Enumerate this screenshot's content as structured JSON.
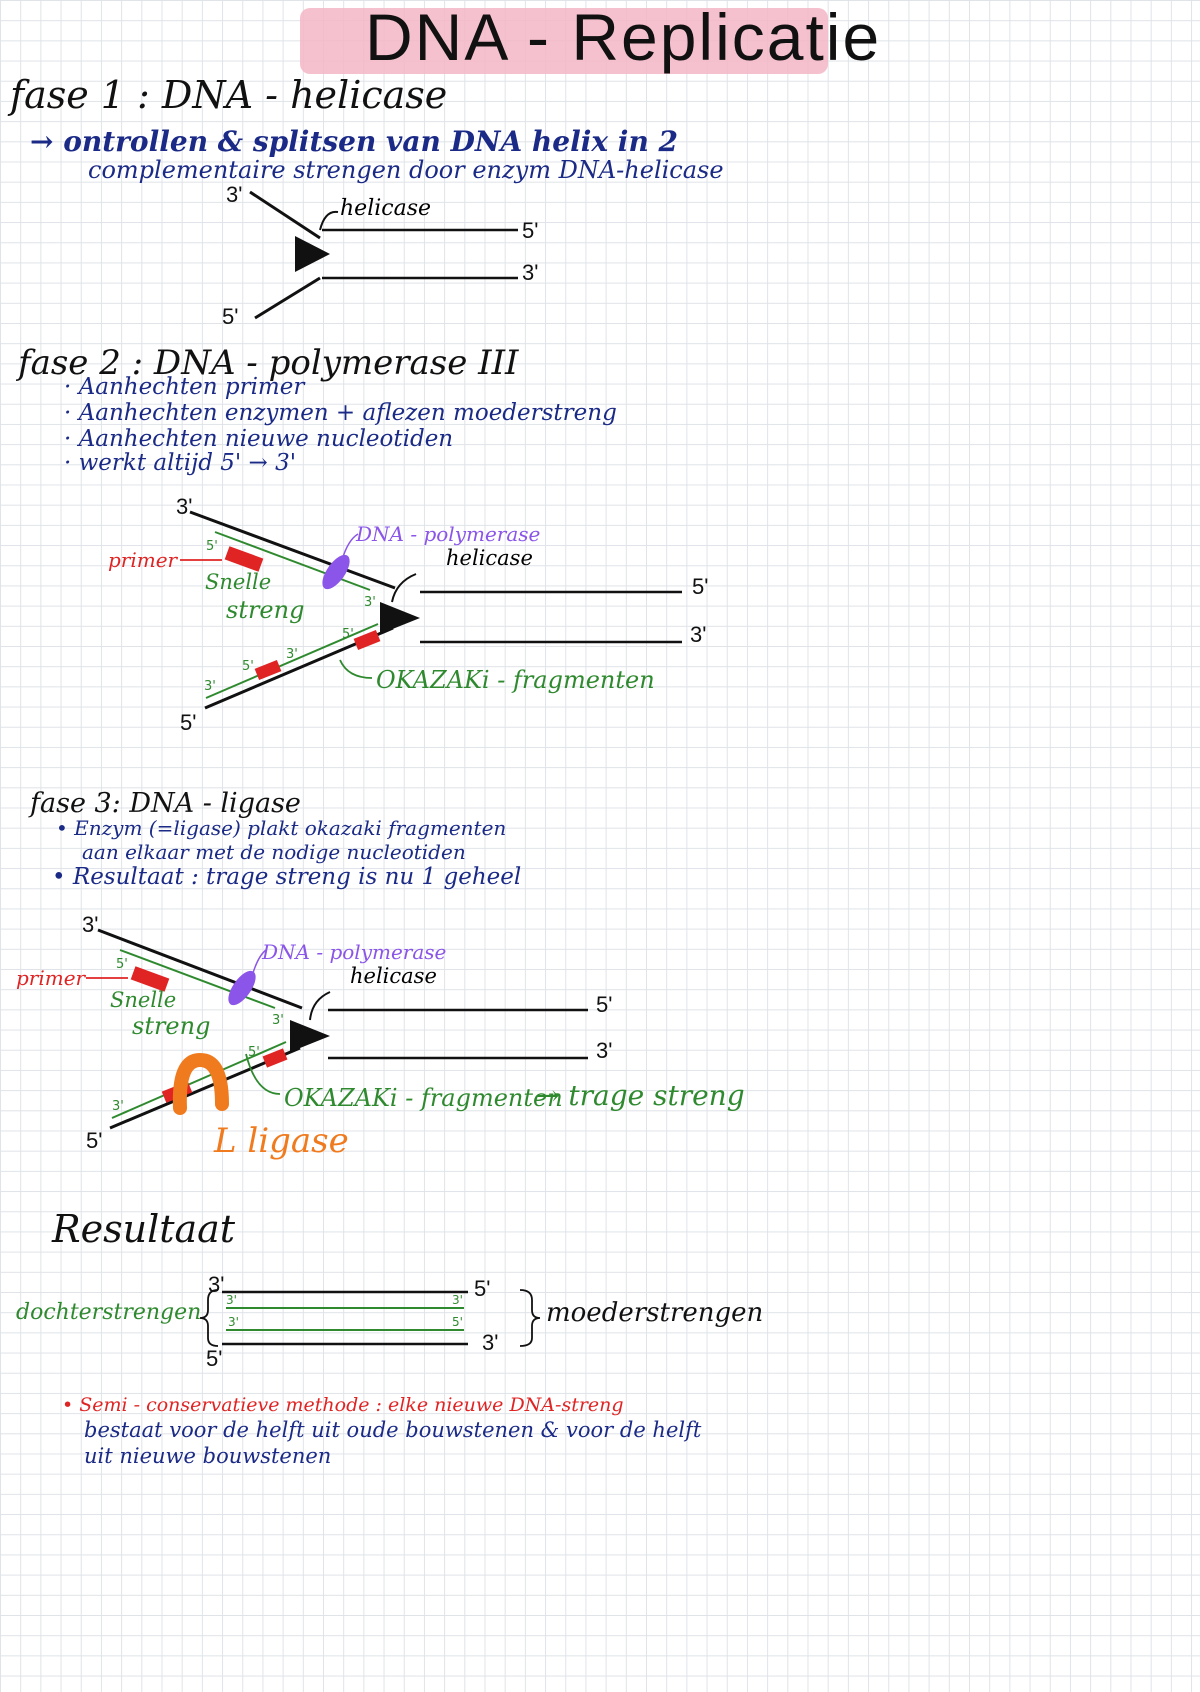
{
  "title": "DNA - Replicatie",
  "colors": {
    "title_highlight": "#f4b6c6",
    "ink_blue": "#1a2a86",
    "red": "#e02424",
    "purple": "#8a55e8",
    "green": "#2f8a2f",
    "orange": "#f07b1f"
  },
  "fase1": {
    "heading": "fase 1 : DNA - helicase",
    "line1": "→ ontrollen & splitsen van DNA helix in 2",
    "line2": "complementaire strengen door enzym DNA-helicase",
    "diagram": {
      "helicase": "helicase",
      "l3_top": "3'",
      "l5_right": "5'",
      "l3_right": "3'",
      "l5_bottom": "5'"
    }
  },
  "fase2": {
    "heading": "fase 2 : DNA - polymerase III",
    "bullets": [
      "· Aanhechten primer",
      "· Aanhechten enzymen + aflezen moederstreng",
      "· Aanhechten nieuwe nucleotiden",
      "· werkt altijd 5' → 3'"
    ],
    "diagram": {
      "l3_top": "3'",
      "l5_bottom": "5'",
      "primer": "primer",
      "snelle": "Snelle",
      "streng": "streng",
      "polymerase": "DNA - polymerase",
      "helicase": "helicase",
      "l5_right": "5'",
      "l3_right": "3'",
      "okazaki": "OKAZAKi - fragmenten",
      "s5a": "5'",
      "s3a": "3'",
      "s5b": "5'",
      "s3b": "3'",
      "s5c": "5'",
      "s3c": "3'"
    }
  },
  "fase3": {
    "heading": "fase 3: DNA - ligase",
    "bullet1a": "• Enzym (=ligase) plakt okazaki fragmenten",
    "bullet1b": "aan elkaar met de nodige nucleotiden",
    "bullet2": "• Resultaat : trage streng is nu 1 geheel",
    "diagram": {
      "l3_top": "3'",
      "l5_bottom": "5'",
      "primer": "primer",
      "snelle": "Snelle",
      "streng": "streng",
      "polymerase": "DNA - polymerase",
      "helicase": "helicase",
      "l5_right": "5'",
      "l3_right": "3'",
      "okazaki": "OKAZAKi - fragmenten",
      "arrow_trage": "→ trage streng",
      "ligase": "L ligase",
      "s5a": "5'",
      "s3a": "3'",
      "s5b": "5'",
      "s3b": "3'"
    }
  },
  "resultaat": {
    "heading": "Resultaat",
    "dochter": "dochterstrengen",
    "moeder": "moederstrengen",
    "l3_tl": "3'",
    "l5_tr": "5'",
    "l5_bl": "5'",
    "l3_br": "3'",
    "i3_top": "3'",
    "i3_bot": "3'",
    "i5_right_top": "3'",
    "i5_right_bot": "5'",
    "semi_a": "• Semi - conservatieve methode : elke nieuwe DNA-streng",
    "semi_b": "bestaat voor de helft uit oude bouwstenen & voor de helft",
    "semi_c": "uit nieuwe bouwstenen"
  }
}
